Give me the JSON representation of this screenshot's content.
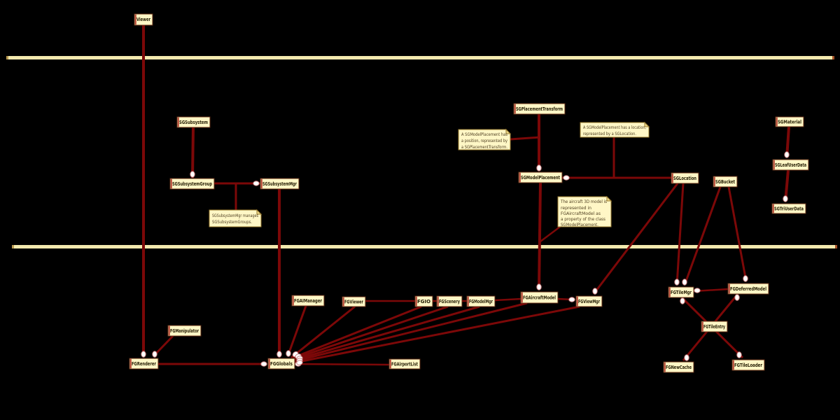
{
  "diagram": {
    "colors": {
      "background": "#000000",
      "box_fill": "#fff7c6",
      "box_border": "#5f2b14",
      "box_accent": "#bc4a38",
      "edge": "#7c0808",
      "separator": "#f2e9ae",
      "note_fill": "#fff7c6",
      "note_border": "#9a7b2e",
      "class_text": "#201a00",
      "note_text": "#4f4022"
    },
    "classes": {
      "viewer": {
        "label": "Viewer"
      },
      "sgsubsystem": {
        "label": "SGSubsystem"
      },
      "sgsubsystemgroup": {
        "label": "SGSubsystemGroup"
      },
      "sgsubsystemmgr": {
        "label": "SGSubsystemMgr"
      },
      "sgplacementtransform": {
        "label": "SGPlacementTransform"
      },
      "sgmodelplacement": {
        "label": "SGModelPlacement"
      },
      "sglocation": {
        "label": "SGLocation"
      },
      "sgbucket": {
        "label": "SGBucket"
      },
      "sgmaterial": {
        "label": "SGMaterial"
      },
      "sgleafuserdata": {
        "label": "SGLeafUserData"
      },
      "sgtriuserdata": {
        "label": "SGTriUserData"
      },
      "fgaimanager": {
        "label": "FGAIManager"
      },
      "fgviewer": {
        "label": "FGViewer"
      },
      "fgio": {
        "label": "FGIO"
      },
      "fgscenery": {
        "label": "FGScenery"
      },
      "fgmodelmgr": {
        "label": "FGModelMgr"
      },
      "fgaircraftmodel": {
        "label": "FGAircraftModel"
      },
      "fgviewmgr": {
        "label": "FGViewMgr"
      },
      "fgtilemgr": {
        "label": "FGTileMgr"
      },
      "fgdeferredmodel": {
        "label": "FGDeferredModel"
      },
      "fgtileentry": {
        "label": "FGTileEntry"
      },
      "fgnewcache": {
        "label": "FGNewCache"
      },
      "fgtileloader": {
        "label": "FGTileLoader"
      },
      "fgmanipulator": {
        "label": "FGManipulator"
      },
      "fgrenderer": {
        "label": "FGRenderer"
      },
      "fgglobals": {
        "label": "FGGlobals"
      },
      "fgairportlist": {
        "label": "FGAirportList"
      }
    },
    "notes": {
      "subsystem_mgr": {
        "lines": [
          "SGSubsystemMgr manages",
          "SGSubsystemGroups."
        ]
      },
      "placement_position": {
        "lines": [
          "A SGModelPlacement has",
          "a position, represented by",
          "a SGPlacementTransform."
        ]
      },
      "placement_location": {
        "lines": [
          "A SGModelPlacement has a location,",
          "represented by a SGLocation."
        ]
      },
      "aircraft_model": {
        "lines": [
          "The aircraft 3D model is",
          "represented in",
          "FGAircraftModel as",
          "a property of the class",
          "SGModelPlacement."
        ]
      }
    }
  }
}
